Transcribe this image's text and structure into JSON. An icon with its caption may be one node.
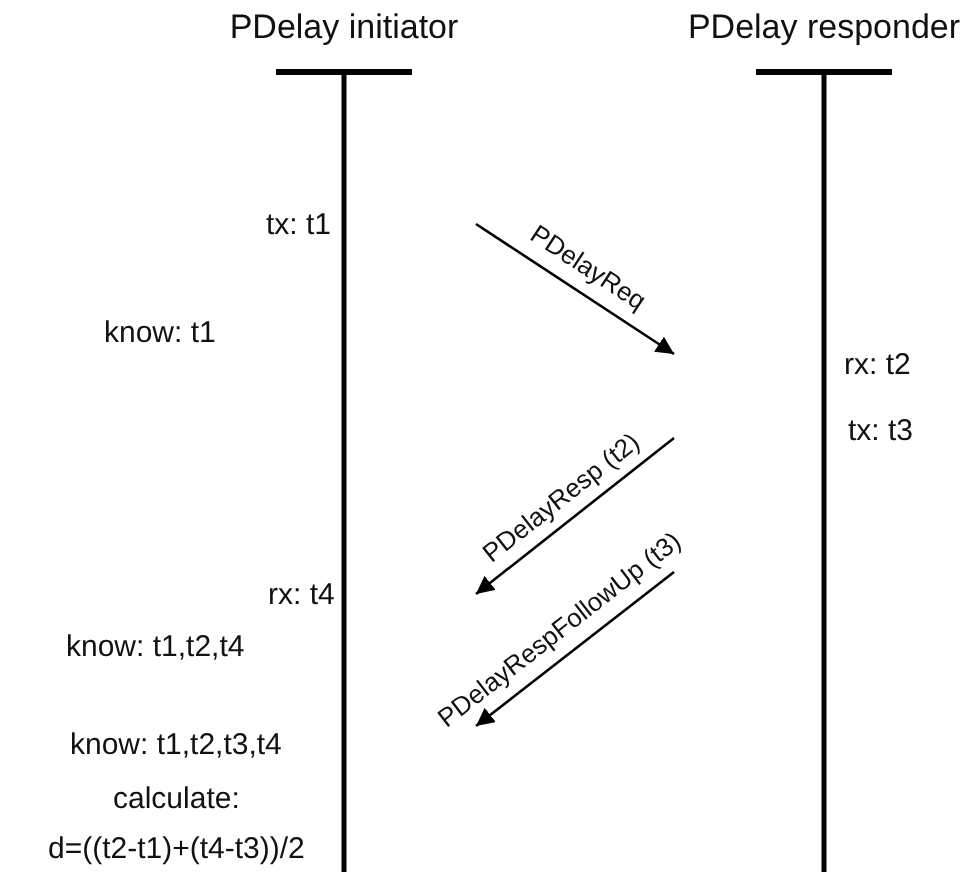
{
  "diagram": {
    "nodes": [
      {
        "text": [
          "PDelay initiator"
        ]
      },
      {
        "text": [
          "PDelay responder"
        ]
      }
    ],
    "edges": [
      {
        "from": 0,
        "to": 1,
        "arrow": "to",
        "label": "PDelayReq"
      },
      {
        "from": 1,
        "to": 0,
        "arrow": "to",
        "label": "PDelayResp (t2)"
      },
      {
        "from": 1,
        "to": 0,
        "arrow": "to",
        "label": "PDelayRespFollowUp (t3)"
      }
    ],
    "labels": [
      "tx: t1",
      "know: t1",
      "rx: t2",
      "tx: t3",
      "rx: t4",
      "know: t1,t2,t4",
      "know: t1,t2,t3,t4",
      "calculate:",
      "d=((t2-t1)+(t4-t3))/2"
    ]
  }
}
